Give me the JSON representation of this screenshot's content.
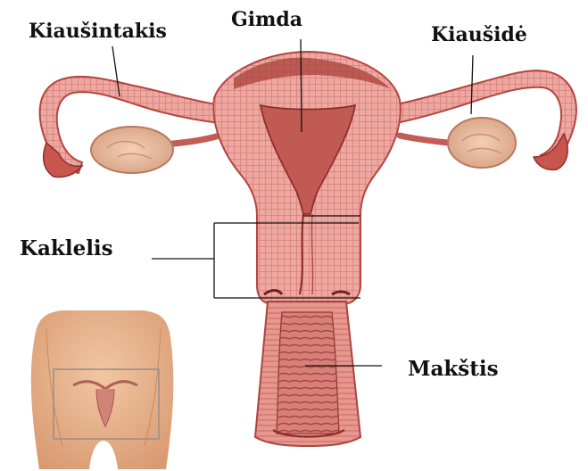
{
  "labels": {
    "fallopian_tube": "Kiaušintakis",
    "uterus": "Gimda",
    "ovary": "Kiaušidė",
    "cervix": "Kaklelis",
    "vagina": "Makštis"
  },
  "colors": {
    "tissue_light": "#efa9a3",
    "tissue_mid": "#d87a72",
    "tissue_dark": "#b5453f",
    "ovary": "#ebc0a6",
    "leader_line": "#111111",
    "skin": "#e7b48e"
  }
}
